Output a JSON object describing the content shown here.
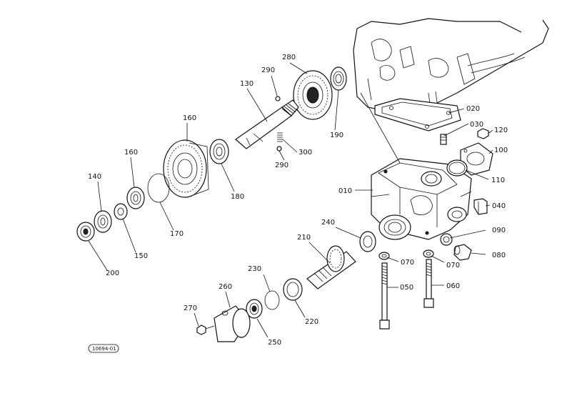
{
  "diagram": {
    "reference_code": "10694-01",
    "callouts": [
      {
        "id": "c010",
        "label": "010"
      },
      {
        "id": "c020",
        "label": "020"
      },
      {
        "id": "c030",
        "label": "030"
      },
      {
        "id": "c040",
        "label": "040"
      },
      {
        "id": "c050",
        "label": "050"
      },
      {
        "id": "c060",
        "label": "060"
      },
      {
        "id": "c070a",
        "label": "070"
      },
      {
        "id": "c070b",
        "label": "070"
      },
      {
        "id": "c080",
        "label": "080"
      },
      {
        "id": "c090",
        "label": "090"
      },
      {
        "id": "c100",
        "label": "100"
      },
      {
        "id": "c110",
        "label": "110"
      },
      {
        "id": "c120",
        "label": "120"
      },
      {
        "id": "c130",
        "label": "130"
      },
      {
        "id": "c140",
        "label": "140"
      },
      {
        "id": "c150",
        "label": "150"
      },
      {
        "id": "c160a",
        "label": "160"
      },
      {
        "id": "c160b",
        "label": "160"
      },
      {
        "id": "c170",
        "label": "170"
      },
      {
        "id": "c180",
        "label": "180"
      },
      {
        "id": "c190",
        "label": "190"
      },
      {
        "id": "c200",
        "label": "200"
      },
      {
        "id": "c210",
        "label": "210"
      },
      {
        "id": "c220",
        "label": "220"
      },
      {
        "id": "c230",
        "label": "230"
      },
      {
        "id": "c240",
        "label": "240"
      },
      {
        "id": "c250",
        "label": "250"
      },
      {
        "id": "c260",
        "label": "260"
      },
      {
        "id": "c270",
        "label": "270"
      },
      {
        "id": "c280",
        "label": "280"
      },
      {
        "id": "c290a",
        "label": "290"
      },
      {
        "id": "c290b",
        "label": "290"
      },
      {
        "id": "c300",
        "label": "300"
      }
    ]
  }
}
